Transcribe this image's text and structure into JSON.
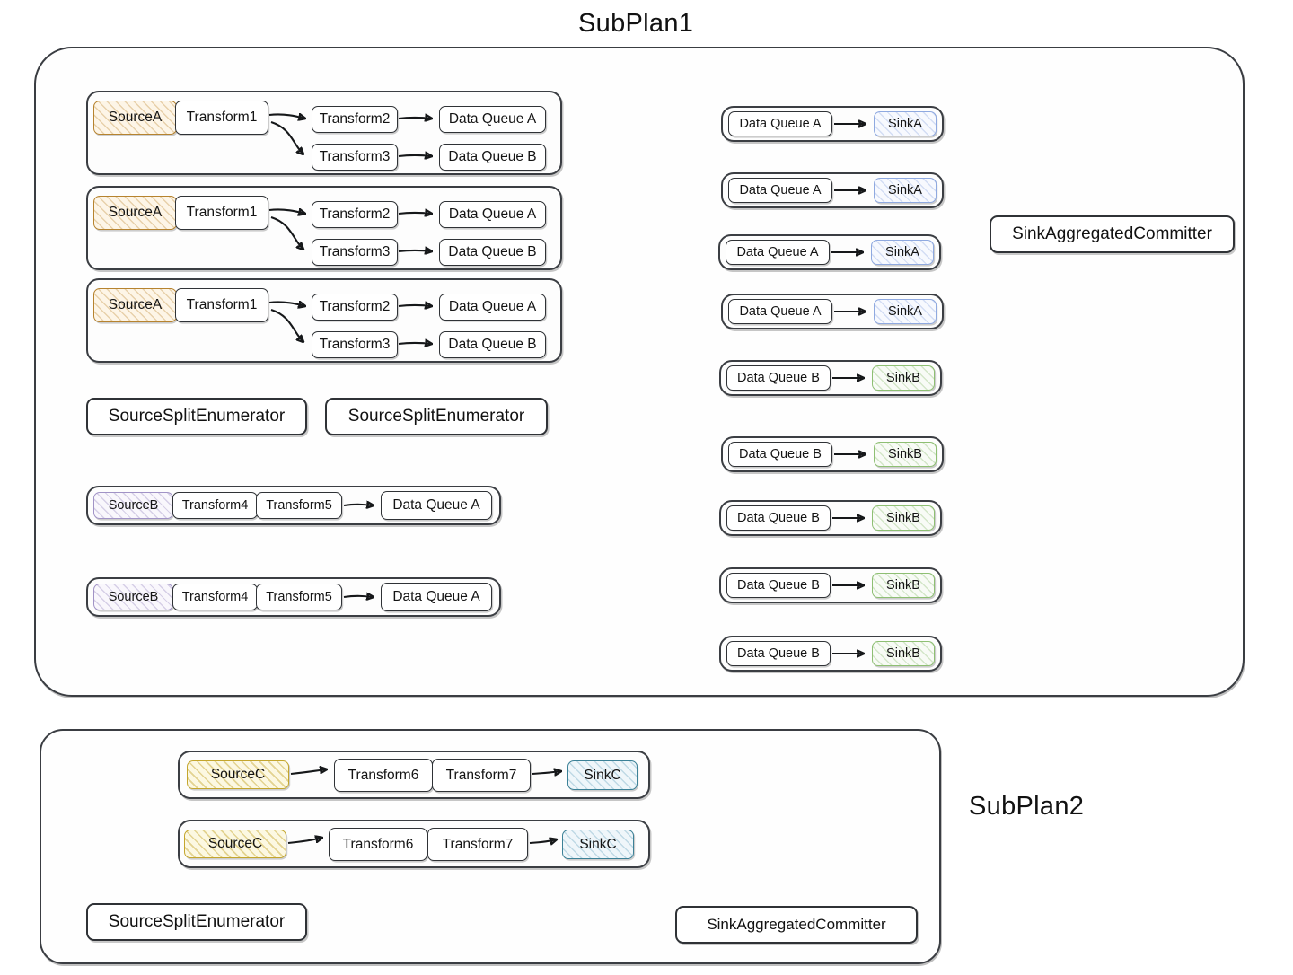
{
  "diagram": {
    "title_subplan1": "SubPlan1",
    "title_subplan2": "SubPlan2"
  },
  "labels": {
    "sourceA": "SourceA",
    "sourceB": "SourceB",
    "sourceC": "SourceC",
    "transform1": "Transform1",
    "transform2": "Transform2",
    "transform3": "Transform3",
    "transform4": "Transform4",
    "transform5": "Transform5",
    "transform6": "Transform6",
    "transform7": "Transform7",
    "dataQueueA": "Data Queue A",
    "dataQueueB": "Data Queue B",
    "sinkA": "SinkA",
    "sinkB": "SinkB",
    "sinkC": "SinkC",
    "sourceSplitEnumerator": "SourceSplitEnumerator",
    "sinkAggregatedCommitter": "SinkAggregatedCommitter"
  },
  "colors": {
    "sourceA_border": "#b6832f",
    "sourceB_border": "#a193c6",
    "sourceC_border": "#c4a62e",
    "sinkA_border": "#8fa9e0",
    "sinkB_border": "#8ebf73",
    "sinkC_border": "#3c8197",
    "outline": "#3a3d42",
    "background": "#ffffff"
  },
  "subplan1": {
    "source_a_pipelines": [
      {
        "source": "SourceA",
        "transform1": "Transform1",
        "transform2": "Transform2",
        "transform3": "Transform3",
        "queue_a": "Data Queue A",
        "queue_b": "Data Queue B"
      },
      {
        "source": "SourceA",
        "transform1": "Transform1",
        "transform2": "Transform2",
        "transform3": "Transform3",
        "queue_a": "Data Queue A",
        "queue_b": "Data Queue B"
      },
      {
        "source": "SourceA",
        "transform1": "Transform1",
        "transform2": "Transform2",
        "transform3": "Transform3",
        "queue_a": "Data Queue A",
        "queue_b": "Data Queue B"
      }
    ],
    "enumerators": [
      "SourceSplitEnumerator",
      "SourceSplitEnumerator"
    ],
    "source_b_pipelines": [
      {
        "source": "SourceB",
        "transform4": "Transform4",
        "transform5": "Transform5",
        "queue": "Data Queue A"
      },
      {
        "source": "SourceB",
        "transform4": "Transform4",
        "transform5": "Transform5",
        "queue": "Data Queue A"
      }
    ],
    "sink_pipelines": [
      {
        "queue": "Data Queue A",
        "sink": "SinkA",
        "variant": "a"
      },
      {
        "queue": "Data Queue A",
        "sink": "SinkA",
        "variant": "a"
      },
      {
        "queue": "Data Queue A",
        "sink": "SinkA",
        "variant": "a"
      },
      {
        "queue": "Data Queue A",
        "sink": "SinkA",
        "variant": "a"
      },
      {
        "queue": "Data Queue B",
        "sink": "SinkB",
        "variant": "b"
      },
      {
        "queue": "Data Queue B",
        "sink": "SinkB",
        "variant": "b"
      },
      {
        "queue": "Data Queue B",
        "sink": "SinkB",
        "variant": "b"
      },
      {
        "queue": "Data Queue B",
        "sink": "SinkB",
        "variant": "b"
      },
      {
        "queue": "Data Queue B",
        "sink": "SinkB",
        "variant": "b"
      }
    ],
    "committer": "SinkAggregatedCommitter"
  },
  "subplan2": {
    "pipelines": [
      {
        "source": "SourceC",
        "transform6": "Transform6",
        "transform7": "Transform7",
        "sink": "SinkC"
      },
      {
        "source": "SourceC",
        "transform6": "Transform6",
        "transform7": "Transform7",
        "sink": "SinkC"
      }
    ],
    "enumerator": "SourceSplitEnumerator",
    "committer": "SinkAggregatedCommitter"
  }
}
